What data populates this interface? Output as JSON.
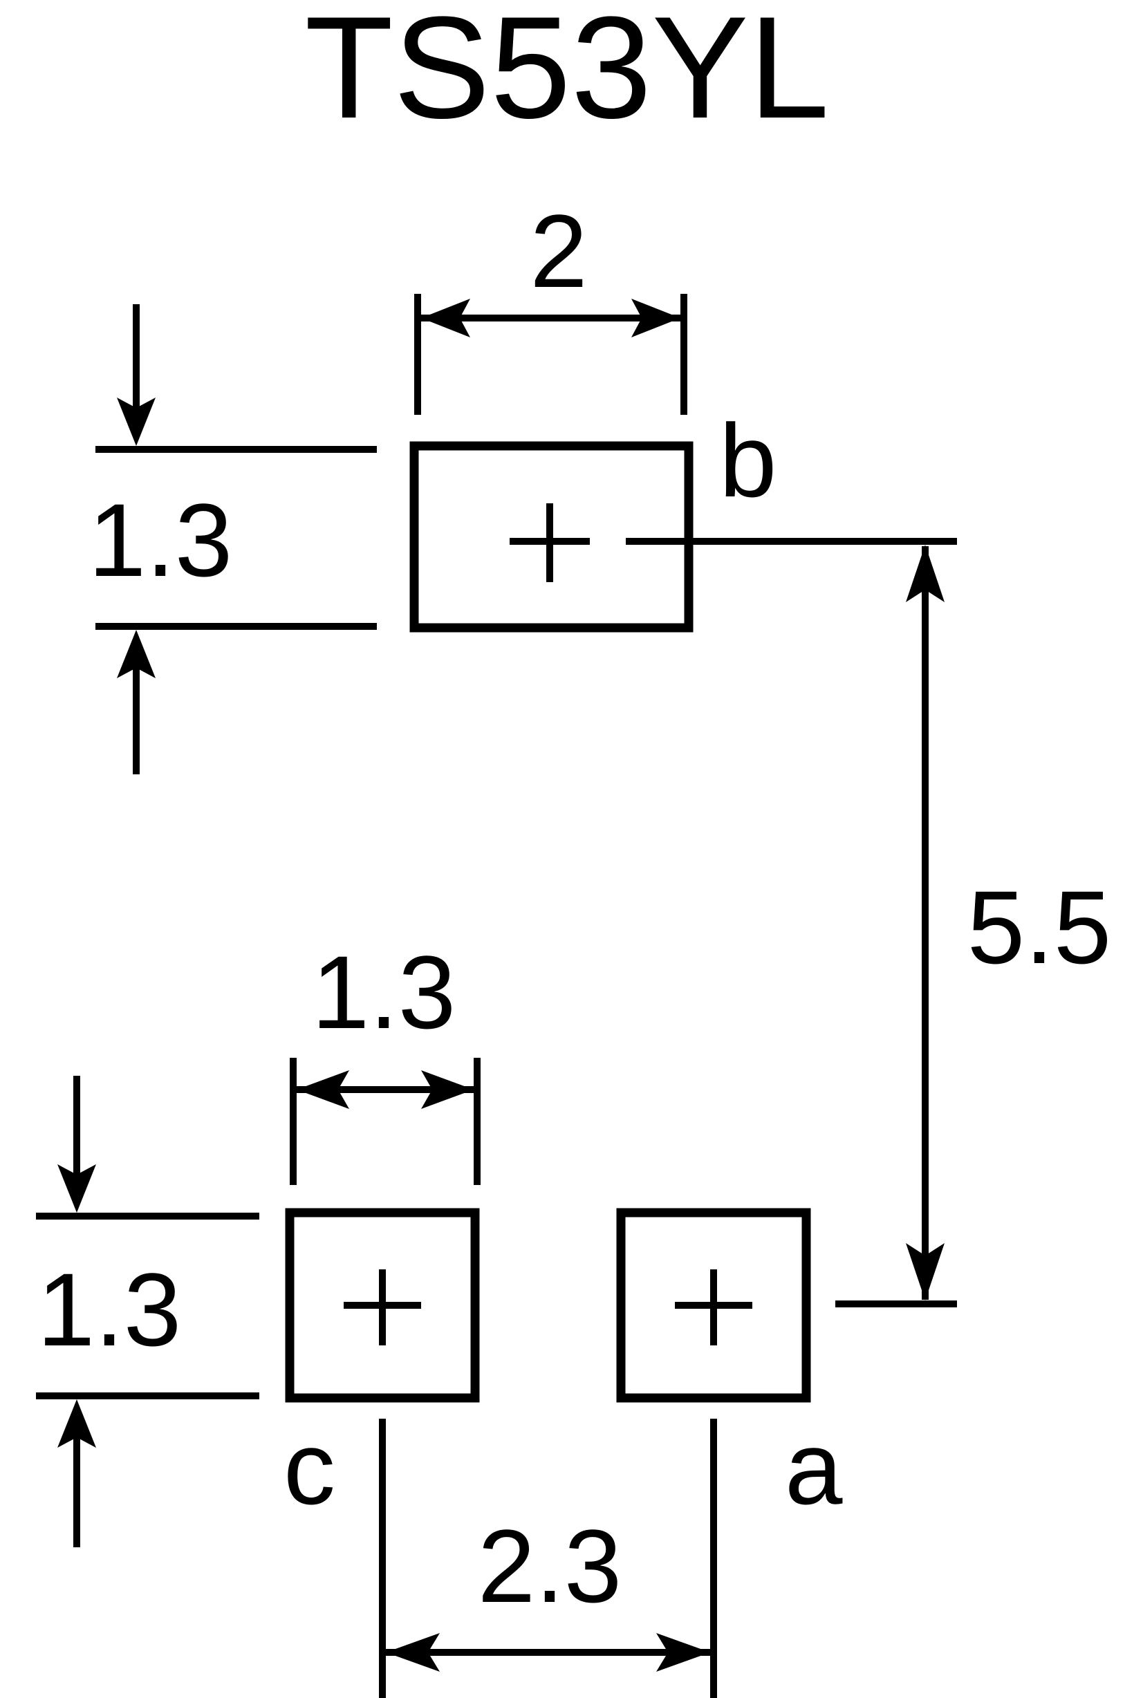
{
  "title": "TS53YL",
  "pins": {
    "a": "a",
    "b": "b",
    "c": "c"
  },
  "dimensions": {
    "pad_b_width": "2",
    "pad_b_height": "1.3",
    "pin_pitch_vertical": "5.5",
    "pad_small_width": "1.3",
    "pad_small_height": "1.3",
    "pin_pitch_horizontal": "2.3"
  },
  "colors": {
    "line": "#000000",
    "background": "#ffffff"
  }
}
